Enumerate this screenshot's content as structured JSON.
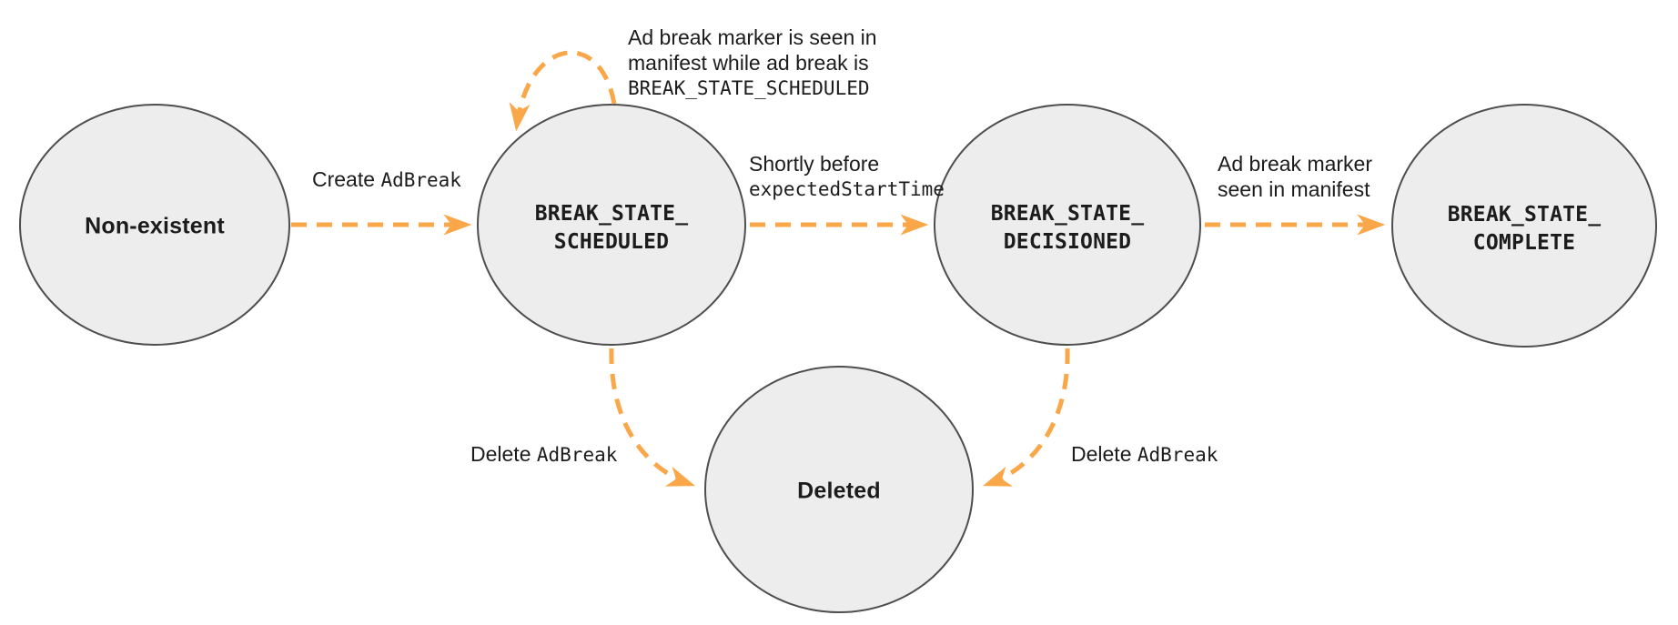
{
  "colors": {
    "arrow": "#FAA74A",
    "node_fill": "#EDEDED",
    "node_border": "#4E4E4E",
    "text": "#1C1C1C"
  },
  "states": {
    "non_existent": {
      "label": "Non-existent"
    },
    "scheduled": {
      "line1": "BREAK_STATE_",
      "line2": "SCHEDULED"
    },
    "decisioned": {
      "line1": "BREAK_STATE_",
      "line2": "DECISIONED"
    },
    "complete": {
      "line1": "BREAK_STATE_",
      "line2": "COMPLETE"
    },
    "deleted": {
      "label": "Deleted"
    }
  },
  "transitions": {
    "create": {
      "plain": "Create ",
      "code": "AdBreak"
    },
    "self_loop": {
      "line1": "Ad break marker is seen in",
      "line2": "manifest while ad break is",
      "line3": "BREAK_STATE_SCHEDULED"
    },
    "decision": {
      "line1": "Shortly before",
      "code": "expectedStartTime"
    },
    "marker_seen": {
      "line1": "Ad break marker",
      "line2": "seen in manifest"
    },
    "delete_left": {
      "plain": "Delete ",
      "code": "AdBreak"
    },
    "delete_right": {
      "plain": "Delete ",
      "code": "AdBreak"
    }
  }
}
